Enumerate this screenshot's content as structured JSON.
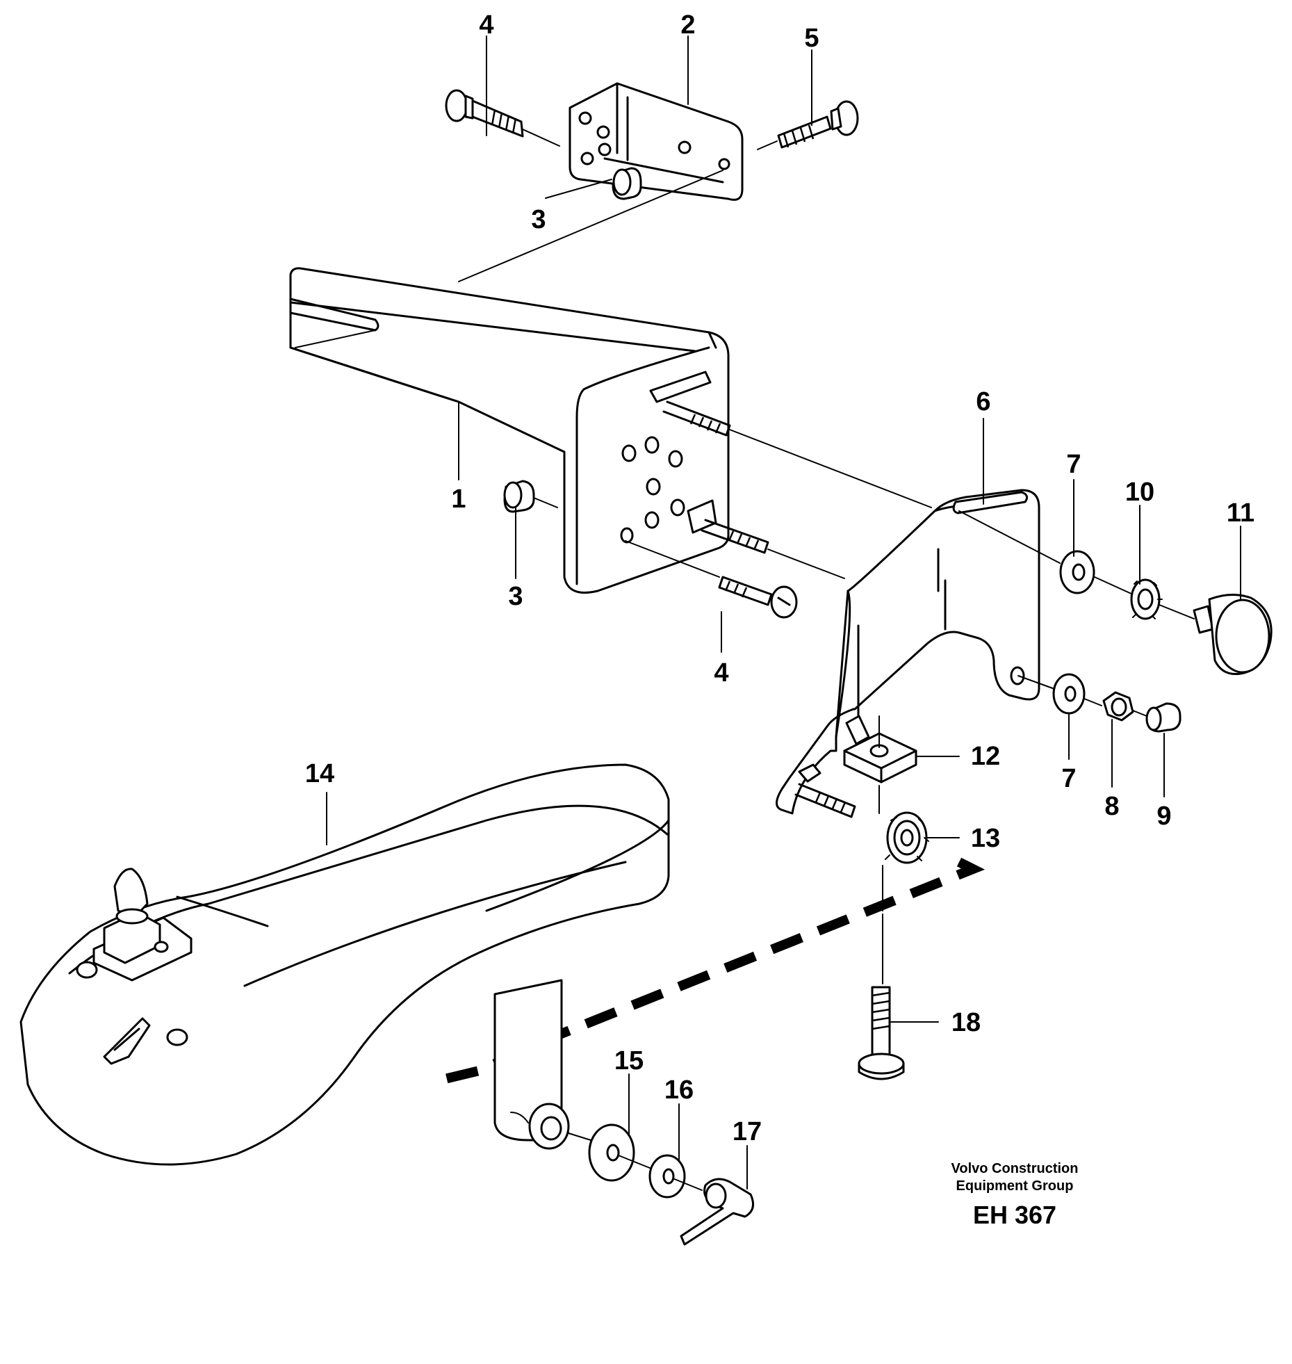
{
  "callouts": {
    "p1": "1",
    "p2": "2",
    "p3a": "3",
    "p3b": "3",
    "p4a": "4",
    "p4b": "4",
    "p5": "5",
    "p6": "6",
    "p7a": "7",
    "p7b": "7",
    "p8": "8",
    "p9": "9",
    "p10": "10",
    "p11": "11",
    "p12": "12",
    "p13": "13",
    "p14": "14",
    "p15": "15",
    "p16": "16",
    "p17": "17",
    "p18": "18"
  },
  "footer": {
    "credit_line1": "Volvo Construction",
    "credit_line2": "Equipment Group",
    "drawing_code": "EH 367"
  }
}
